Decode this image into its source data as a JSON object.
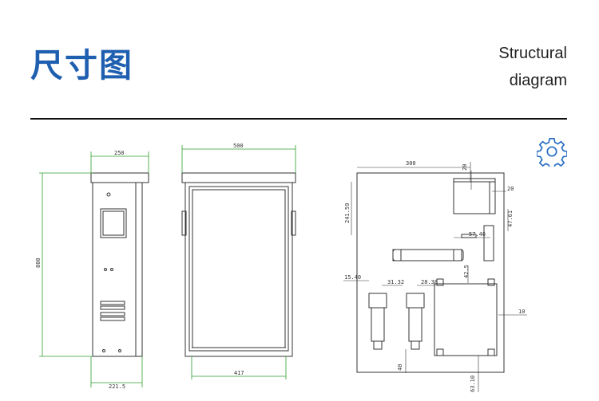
{
  "header": {
    "title_cn": "尺寸图",
    "title_en_line1": "Structural",
    "title_en_line2": "diagram"
  },
  "colors": {
    "title": "#1f5fb0",
    "dimension_line": "#2e9e2e",
    "line": "#333333",
    "gear": "#2a6fc4"
  },
  "icons": {
    "settings": "gear-icon"
  },
  "dimensions": {
    "side_width": "250",
    "side_height": "800",
    "side_bottom": "221.5",
    "front_width": "500",
    "front_bottom": "417",
    "inner_300": "300",
    "inner_20a": "20",
    "inner_20b": "20",
    "inner_241": "241.59",
    "inner_47": "47.61",
    "inner_57": "57.46",
    "inner_42": "42.5",
    "inner_15": "15.40",
    "inner_31": "31.32",
    "inner_28": "28.38",
    "inner_10": "10",
    "inner_40": "40",
    "inner_63": "63.10"
  }
}
